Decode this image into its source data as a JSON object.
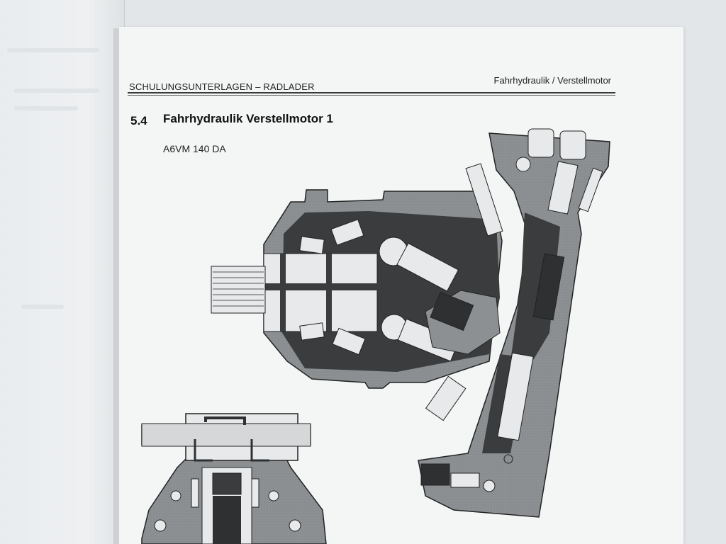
{
  "header": {
    "left": "SCHULUNGSUNTERLAGEN – RADLADER",
    "right": "Fahrhydraulik / Verstellmotor"
  },
  "section": {
    "number": "5.4",
    "title": "Fahrhydraulik Verstellmotor 1",
    "subtitle": "A6VM 140 DA"
  },
  "colors": {
    "page": "#f4f5f5",
    "housing": "#8c9093",
    "dark_channels": "#3a3c3d",
    "light_parts": "#e8e9ea",
    "text": "#111111"
  }
}
